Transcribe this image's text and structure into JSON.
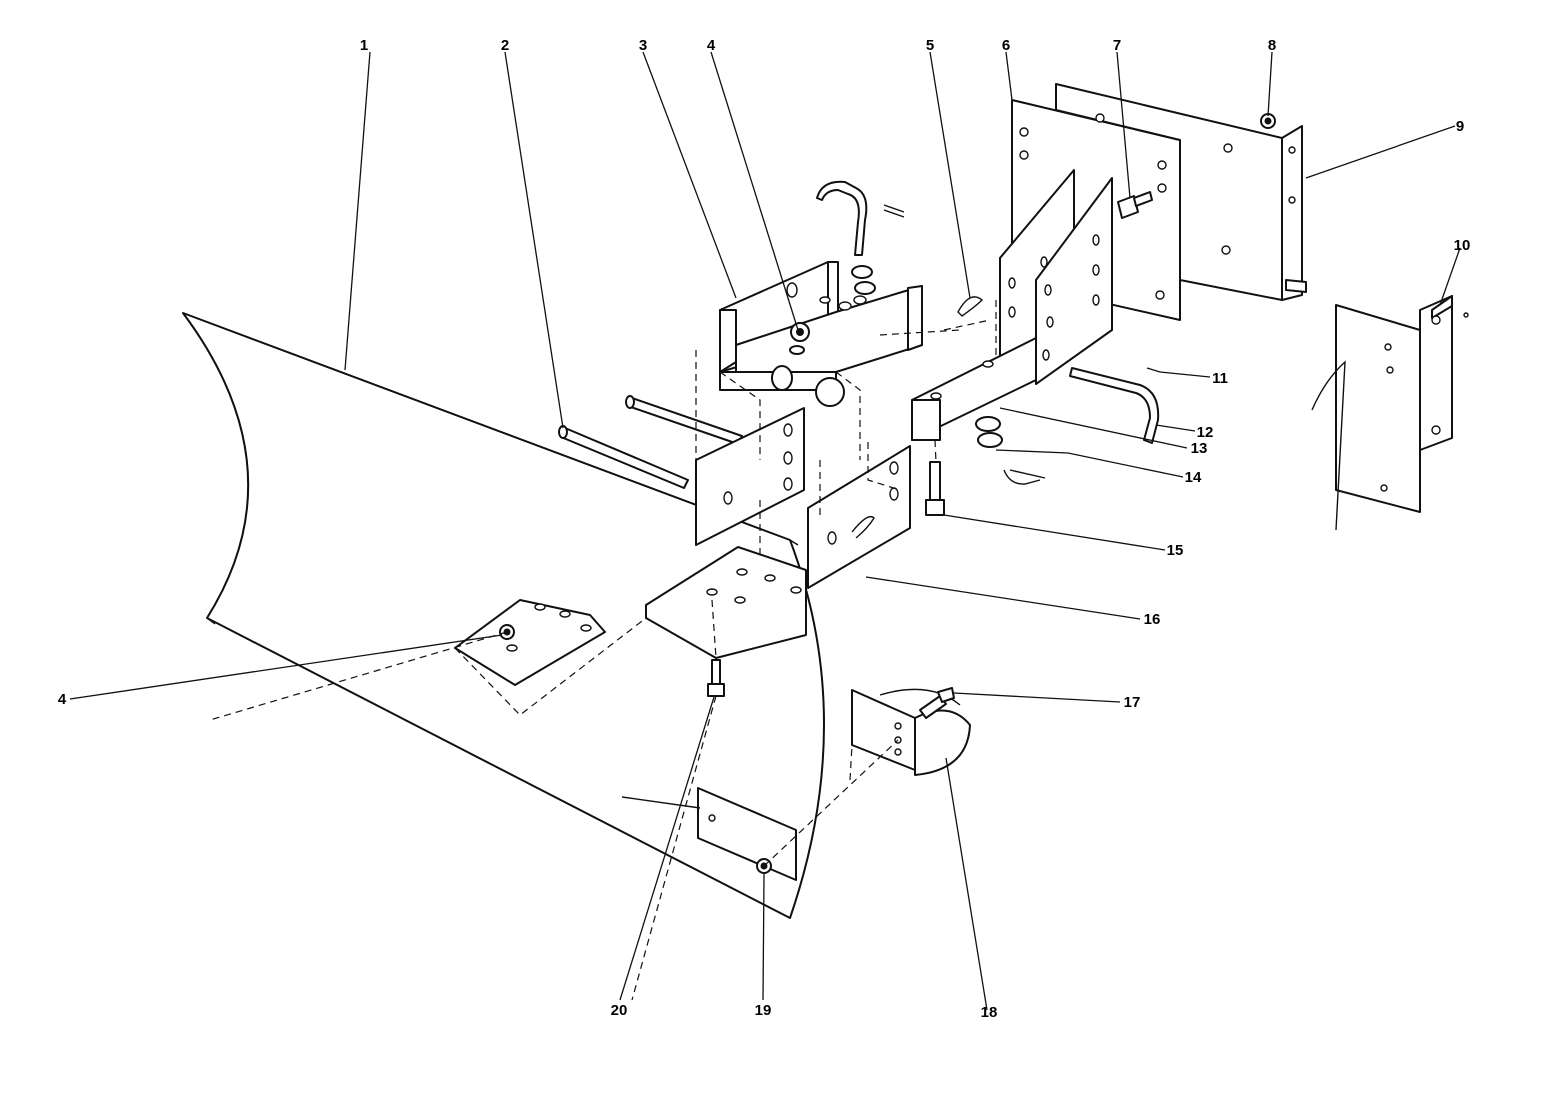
{
  "diagram": {
    "callouts": [
      {
        "id": "c1",
        "label": "1"
      },
      {
        "id": "c2",
        "label": "2"
      },
      {
        "id": "c3",
        "label": "3"
      },
      {
        "id": "c4a",
        "label": "4"
      },
      {
        "id": "c5",
        "label": "5"
      },
      {
        "id": "c6",
        "label": "6"
      },
      {
        "id": "c7",
        "label": "7"
      },
      {
        "id": "c8",
        "label": "8"
      },
      {
        "id": "c9",
        "label": "9"
      },
      {
        "id": "c10",
        "label": "10"
      },
      {
        "id": "c11",
        "label": "11"
      },
      {
        "id": "c12",
        "label": "12"
      },
      {
        "id": "c13",
        "label": "13"
      },
      {
        "id": "c14",
        "label": "14"
      },
      {
        "id": "c15",
        "label": "15"
      },
      {
        "id": "c16",
        "label": "16"
      },
      {
        "id": "c4b",
        "label": "4"
      },
      {
        "id": "c17",
        "label": "17"
      },
      {
        "id": "c18",
        "label": "18"
      },
      {
        "id": "c19",
        "label": "19"
      },
      {
        "id": "c20",
        "label": "20"
      }
    ]
  }
}
